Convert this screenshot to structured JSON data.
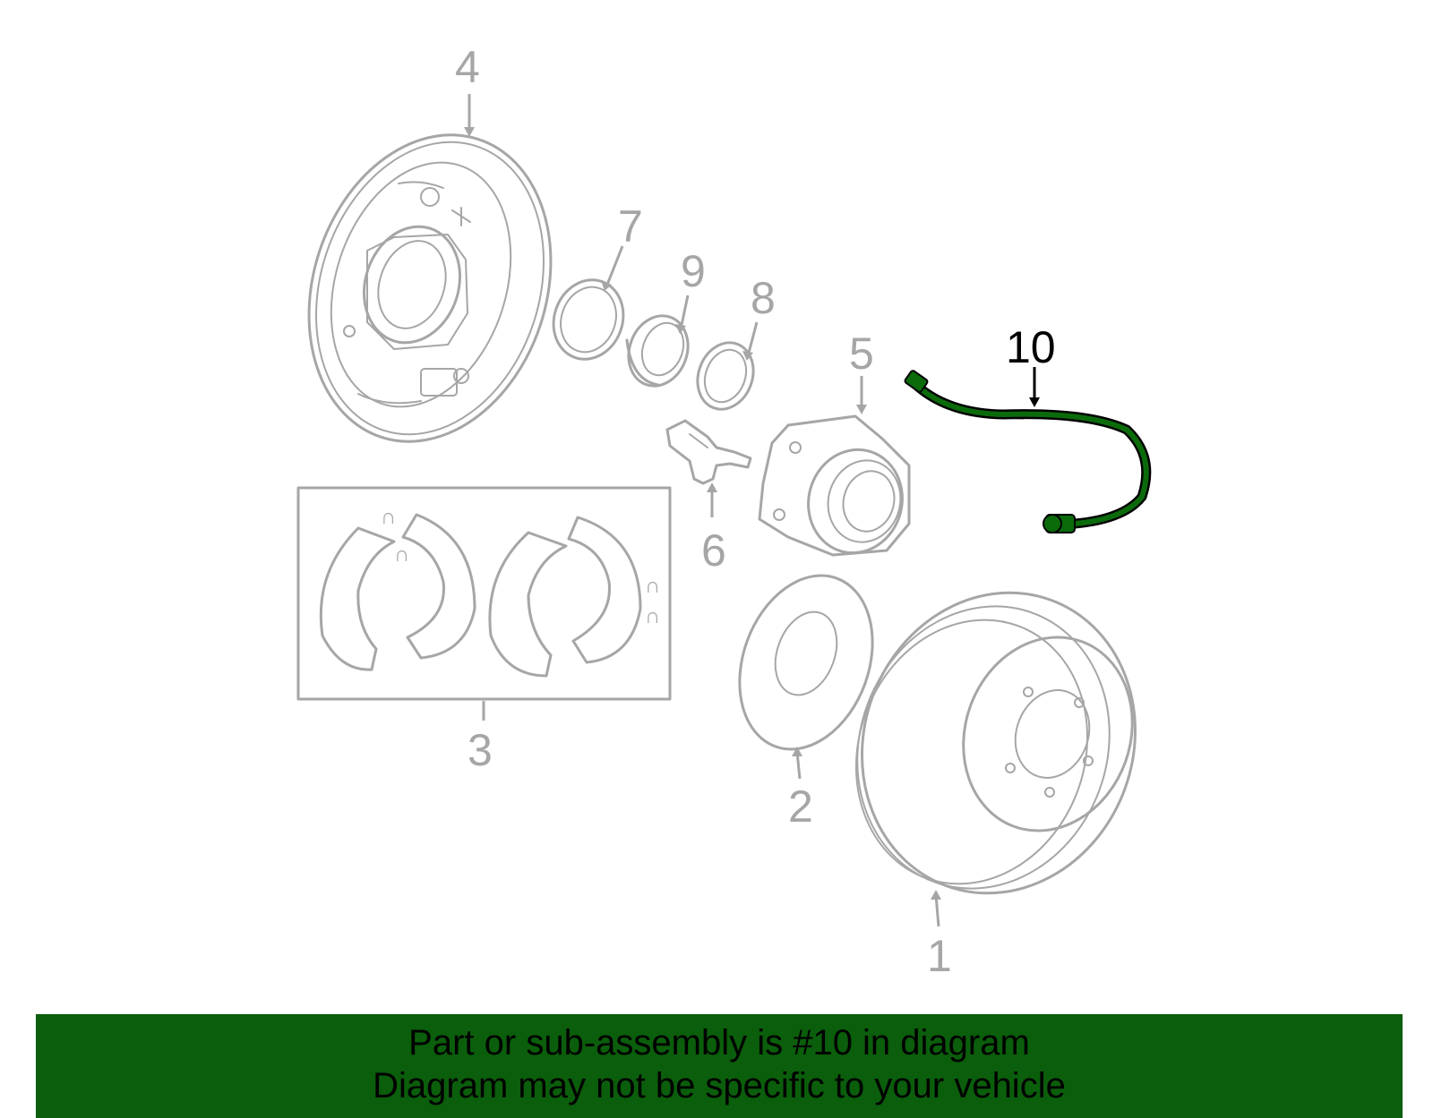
{
  "diagram": {
    "callouts": [
      {
        "id": "1",
        "label": "1",
        "active": false
      },
      {
        "id": "2",
        "label": "2",
        "active": false
      },
      {
        "id": "3",
        "label": "3",
        "active": false
      },
      {
        "id": "4",
        "label": "4",
        "active": false
      },
      {
        "id": "5",
        "label": "5",
        "active": false
      },
      {
        "id": "6",
        "label": "6",
        "active": false
      },
      {
        "id": "7",
        "label": "7",
        "active": false
      },
      {
        "id": "8",
        "label": "8",
        "active": false
      },
      {
        "id": "9",
        "label": "9",
        "active": false
      },
      {
        "id": "10",
        "label": "10",
        "active": true
      }
    ],
    "highlight_color": "#0b6b0b",
    "part_color": "#a6a6a6"
  },
  "banner": {
    "line1": "Part or sub-assembly is #10 in diagram",
    "line2": "Diagram may not be specific to your vehicle",
    "background": "#0b5e0b"
  }
}
